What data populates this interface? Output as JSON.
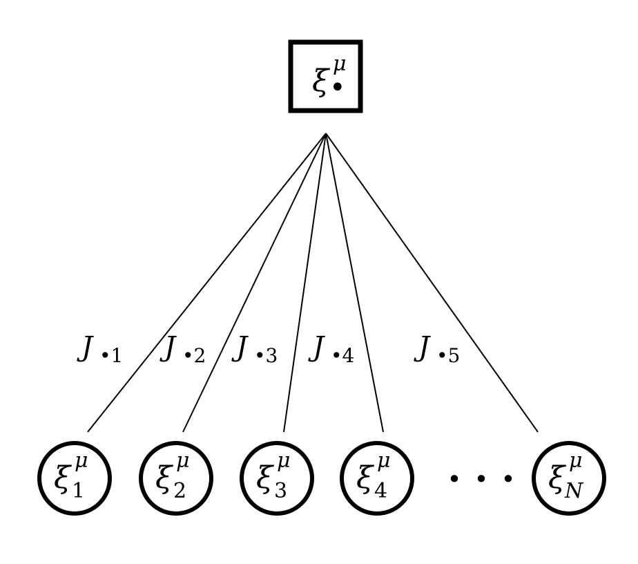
{
  "output_node": {
    "symbol": "ξ",
    "superscript": "μ",
    "subscript": "•"
  },
  "input_nodes": [
    {
      "symbol": "ξ",
      "superscript": "μ",
      "subscript": "1"
    },
    {
      "symbol": "ξ",
      "superscript": "μ",
      "subscript": "2"
    },
    {
      "symbol": "ξ",
      "superscript": "μ",
      "subscript": "3"
    },
    {
      "symbol": "ξ",
      "superscript": "μ",
      "subscript": "4"
    },
    {
      "symbol": "ξ",
      "superscript": "μ",
      "subscript": "N"
    }
  ],
  "ellipsis": "· · ·",
  "weights": [
    {
      "symbol": "J",
      "subscript": "•1"
    },
    {
      "symbol": "J",
      "subscript": "•2"
    },
    {
      "symbol": "J",
      "subscript": "•3"
    },
    {
      "symbol": "J",
      "subscript": "•4"
    },
    {
      "symbol": "J",
      "subscript": "•5"
    }
  ],
  "colors": {
    "stroke": "#000000",
    "background": "#ffffff"
  }
}
